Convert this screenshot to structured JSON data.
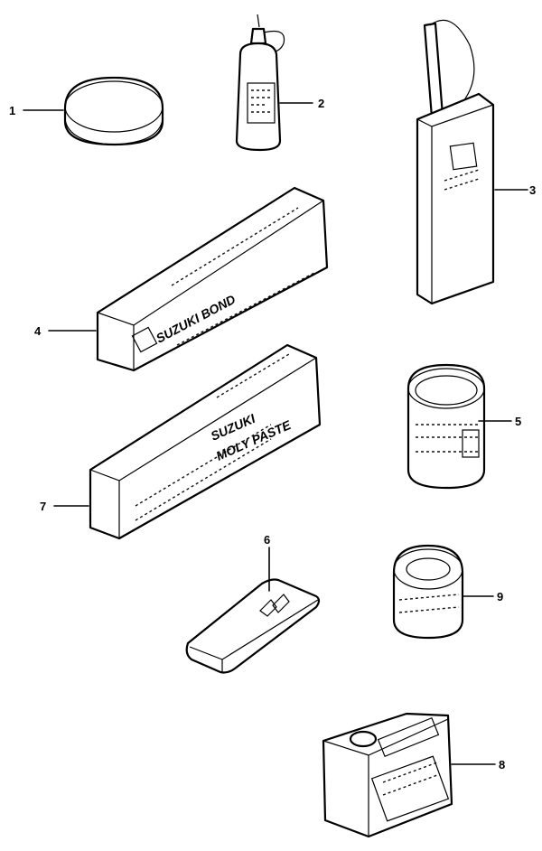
{
  "callouts": [
    {
      "id": "1",
      "label": "1"
    },
    {
      "id": "2",
      "label": "2"
    },
    {
      "id": "3",
      "label": "3"
    },
    {
      "id": "4",
      "label": "4"
    },
    {
      "id": "5",
      "label": "5"
    },
    {
      "id": "6",
      "label": "6"
    },
    {
      "id": "7",
      "label": "7"
    },
    {
      "id": "8",
      "label": "8"
    },
    {
      "id": "9",
      "label": "9"
    }
  ],
  "package_print": {
    "bond": "SUZUKI BOND",
    "paste_line1": "SUZUKI",
    "paste_line2": "MOLY PASTE"
  }
}
